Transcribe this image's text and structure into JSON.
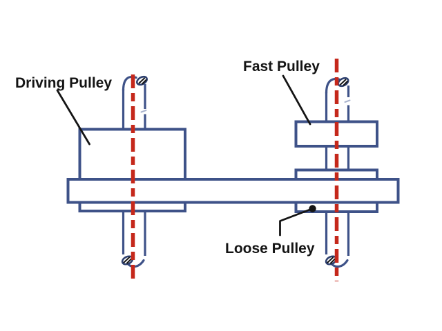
{
  "diagram": {
    "labels": {
      "driving_pulley": "Driving Pulley",
      "fast_pulley": "Fast Pulley",
      "loose_pulley": "Loose Pulley"
    }
  },
  "colors": {
    "outline": "#3e5288",
    "outline_dark": "#2e406f",
    "centerline": "#c5281b",
    "label_text": "#141414",
    "background": "#ffffff"
  }
}
